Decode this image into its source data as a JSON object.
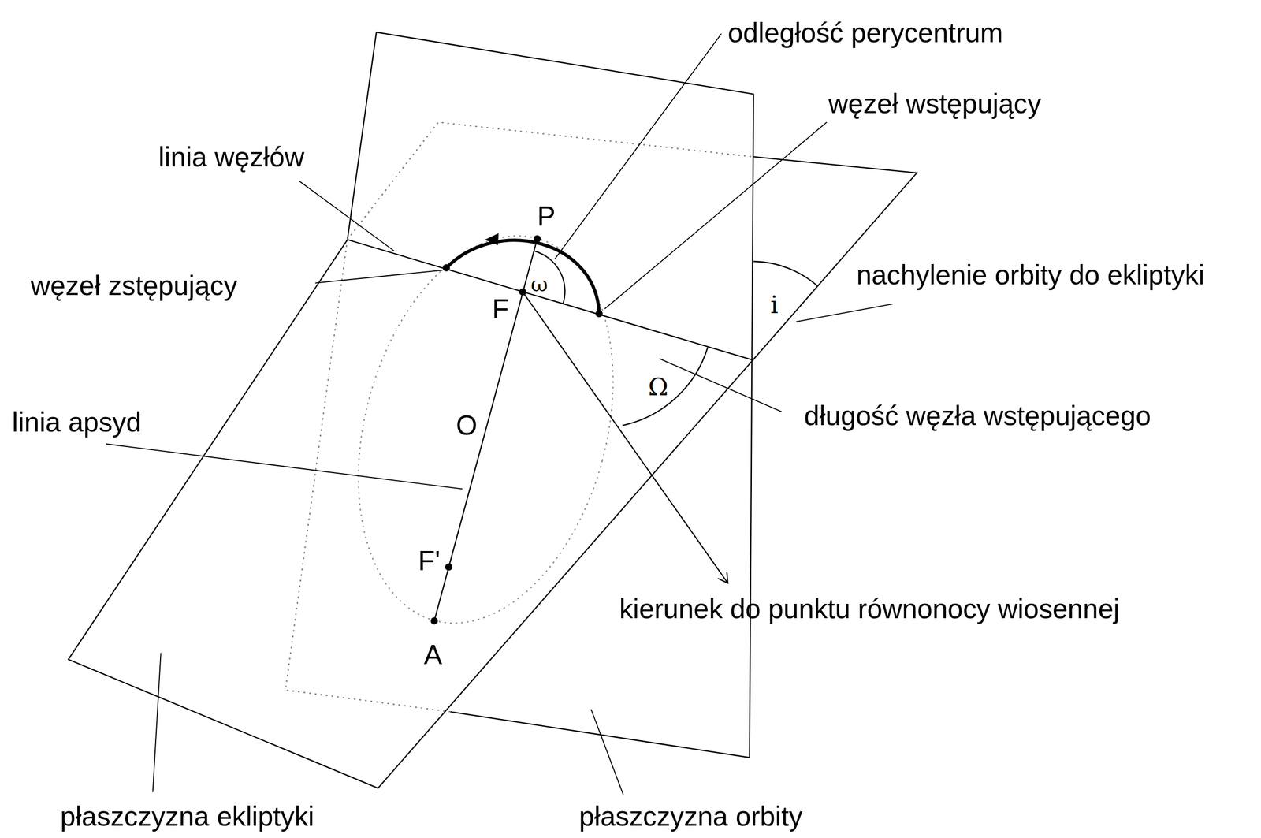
{
  "diagram": {
    "labels": [
      "odległość perycentrum",
      "węzeł wstępujący",
      "linia węzłów",
      "węzeł zstępujący",
      "nachylenie orbity do ekliptyki",
      "długość węzła wstępującego",
      "linia apsyd",
      "kierunek do punktu równonocy wiosennej",
      "płaszczyzna ekliptyki",
      "płaszczyzna orbity",
      "P",
      "F",
      "ω",
      "i",
      "Ω",
      "O",
      "F'",
      "A"
    ]
  }
}
